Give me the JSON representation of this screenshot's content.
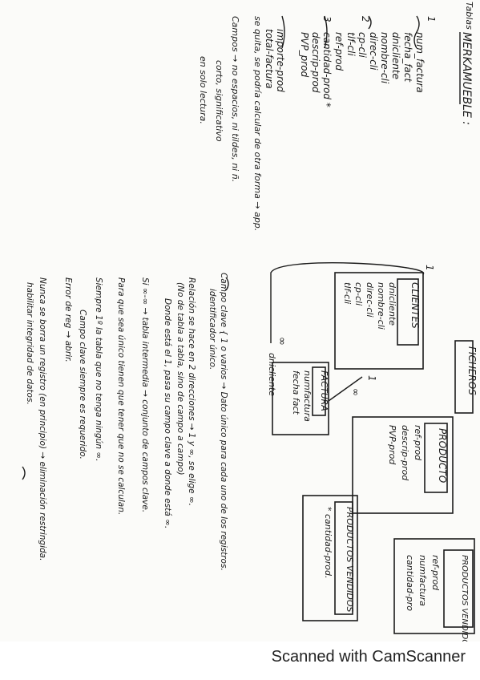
{
  "page_header": {
    "label": "Tablas",
    "title": "MERKAMUEBLE :"
  },
  "merkamueble_fields": [
    "1",
    "num_factura",
    "fecha_fact",
    "dnicliente",
    "nombre-cli",
    "direc-cli",
    "cp-cli",
    "tlf-cli",
    "2",
    "ref-prod",
    "3",
    "cantidad-prod *",
    "descrip-prod",
    "PVP_prod",
    "importe-prod",
    "total-factura"
  ],
  "note_calc": "se quita, se podría calcular de otra forma → app.",
  "campos_note": {
    "lead": "Campos → no espacios, ni tildes, ni ñ.",
    "line2": "corto, significativo",
    "line3": "en solo lectura."
  },
  "fichero_label": "FICHEROS",
  "clientes": {
    "title": "CLIENTES",
    "fields": [
      "dnicliente",
      "nombre-cli",
      "direc-cli",
      "cp-cli",
      "tlf-cli"
    ]
  },
  "factura": {
    "title": "FACTURA",
    "fields": [
      "numfactura",
      "fecha fact"
    ]
  },
  "producto": {
    "title": "PRODUCTO",
    "fields": [
      "ref-prod",
      "descrip-prod",
      "PVP-prod"
    ]
  },
  "productos_vendidos_a": {
    "title": "PRODUCTOS VENDIDOS",
    "fields": [
      "* cantidad-prod."
    ]
  },
  "productos_vendidos_b": {
    "title": "PRODUCTOS VENDIDOS",
    "fields": [
      "ref-prod",
      "numfactura",
      "cantidad-pro"
    ]
  },
  "rel_labels": {
    "one_a": "1",
    "inf_a": "∞",
    "inf_b": "∞",
    "one_b": "1",
    "dnicliente": "dnicliente"
  },
  "notes": [
    "Campo clave {  1 o varios → Dato único para cada uno de los registros.",
    "identificador único.",
    "Relación se hace en 2 direcciones → 1 y ∞, se elige ∞.",
    "(No de tabla a tabla, sino de campo a campo)",
    "Donde está el 1, pasa su campo clave a donde está ∞.",
    "Si ∞-∞ → tabla intermedia → conjunto de campos clave.",
    "Para que sea único tienen que tener que no se calculan.",
    "Siempre 1º la tabla que no tenga ningún ∞.",
    "Campo clave siempre es requerido.",
    "Error de reg → abrir.",
    "Nunca se borra un registro (en principio) → eliminación restringida.",
    "habilitar integridad de datos."
  ],
  "footer": {
    "text": "Scanned with CamScanner"
  }
}
